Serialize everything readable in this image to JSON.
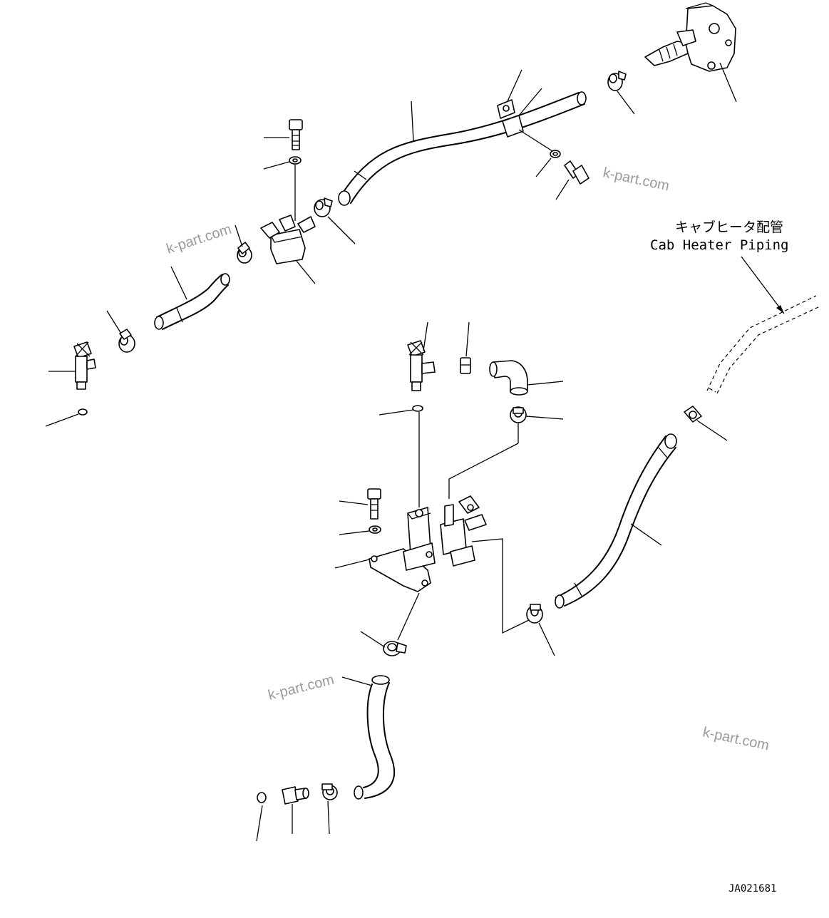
{
  "diagram": {
    "label_jp": "キャブヒータ配管",
    "label_en": "Cab Heater Piping",
    "drawing_code": "JA021681",
    "watermarks": [
      "k-part.com",
      "k-part.com",
      "k-part.com",
      "k-part.com"
    ]
  }
}
